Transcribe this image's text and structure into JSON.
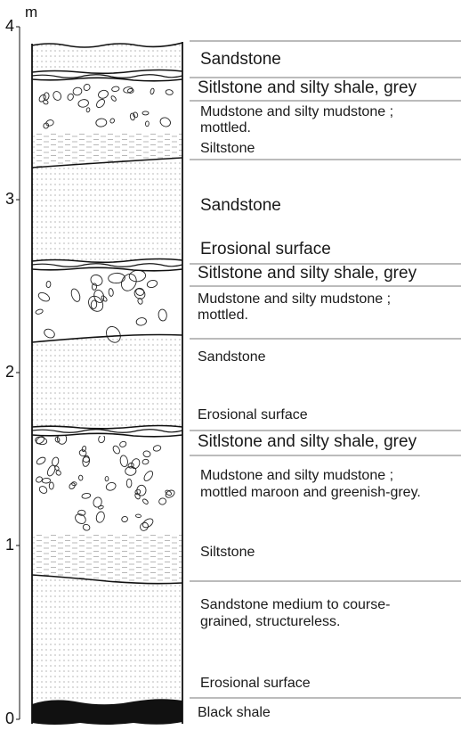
{
  "axis": {
    "unit": "m",
    "ticks": [
      "0",
      "1",
      "2",
      "3",
      "4"
    ]
  },
  "units": [
    {
      "lithology": "Sandstone"
    },
    {
      "lithology": "Sitlstone and silty shale, grey"
    },
    {
      "lithology": "Mudstone and silty mudstone ; mottled."
    },
    {
      "lithology": "Siltstone"
    },
    {
      "lithology": "Sandstone"
    },
    {
      "lithology": "Erosional surface"
    },
    {
      "lithology": "Sitlstone and silty shale, grey"
    },
    {
      "lithology": "Mudstone and silty mudstone ; mottled."
    },
    {
      "lithology": "Sandstone"
    },
    {
      "lithology": "Erosional surface"
    },
    {
      "lithology": "Sitlstone and silty shale, grey"
    },
    {
      "lithology": "Mudstone and silty mudstone ; mottled maroon and greenish-grey."
    },
    {
      "lithology": "Siltstone"
    },
    {
      "lithology": "Sandstone medium to course-grained, structureless."
    },
    {
      "lithology": "Erosional surface"
    },
    {
      "lithology": "Black shale"
    }
  ],
  "colors": {
    "line": "#111111",
    "black_shale": "#111111",
    "dots": "#555555",
    "divider": "#777777"
  }
}
